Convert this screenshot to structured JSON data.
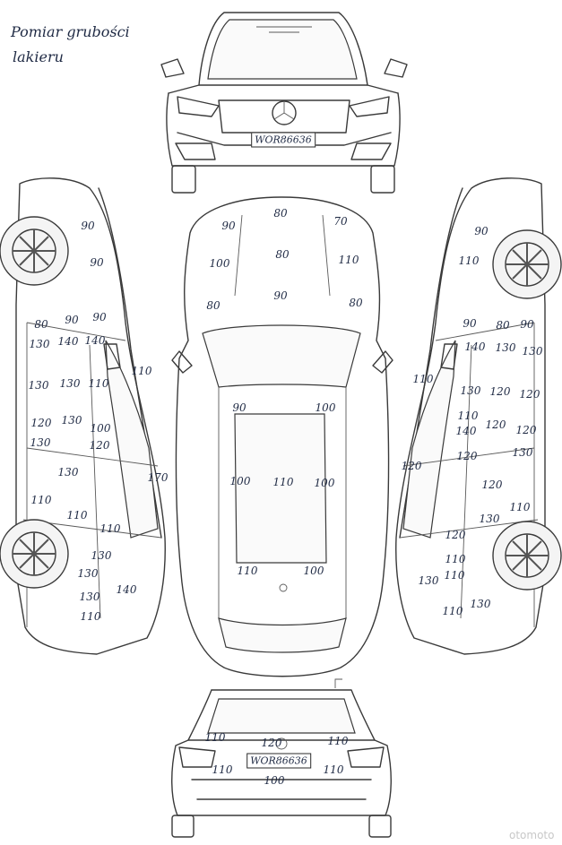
{
  "title_lines": [
    "Pomiar grubości",
    "lakieru"
  ],
  "plate_text": "WOR86636",
  "watermark": "otomoto",
  "readings": {
    "left_side": [
      "90",
      "90",
      "80",
      "90",
      "90",
      "130",
      "140",
      "140",
      "130",
      "130",
      "110",
      "110",
      "120",
      "130",
      "100",
      "130",
      "120",
      "130",
      "170",
      "110",
      "110",
      "110",
      "130",
      "130",
      "130",
      "140",
      "110"
    ],
    "top": [
      "90",
      "80",
      "70",
      "100",
      "80",
      "110",
      "80",
      "90",
      "80",
      "90",
      "100",
      "100",
      "110",
      "100",
      "110",
      "100"
    ],
    "right_side": [
      "90",
      "110",
      "90",
      "80",
      "90",
      "140",
      "130",
      "130",
      "110",
      "130",
      "120",
      "120",
      "110",
      "140",
      "120",
      "120",
      "120",
      "130",
      "120",
      "120",
      "130",
      "110",
      "120",
      "110",
      "130",
      "110",
      "130",
      "110"
    ],
    "rear": [
      "110",
      "120",
      "110",
      "110",
      "110",
      "100"
    ]
  }
}
